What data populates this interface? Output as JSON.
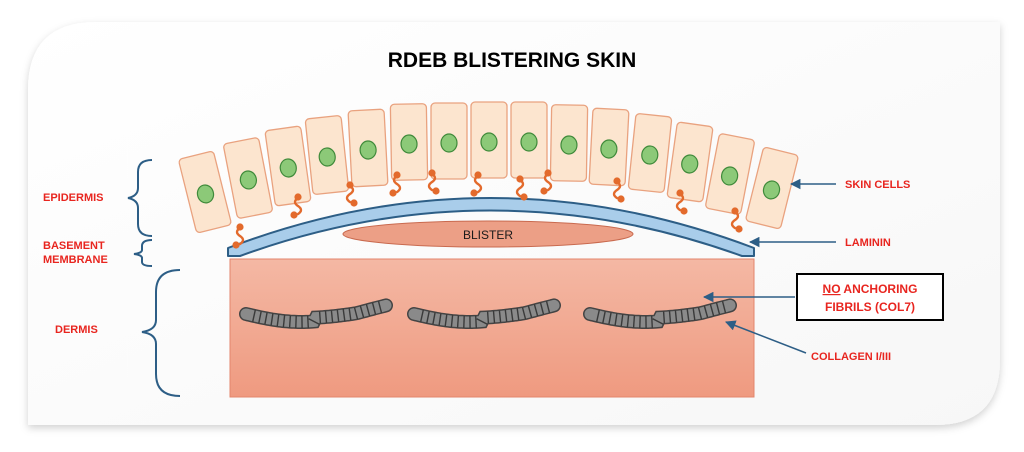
{
  "title": "RDEB BLISTERING SKIN",
  "labels": {
    "epidermis": "EPIDERMIS",
    "basement_line1": "BASEMENT",
    "basement_line2": "MEMBRANE",
    "dermis": "DERMIS",
    "skin_cells": "SKIN CELLS",
    "laminin": "LAMININ",
    "no_prefix": "NO",
    "anchoring_rest": " ANCHORING",
    "fibrils": "FIBRILS (COL7)",
    "collagen": "COLLAGEN I/III",
    "blister": "BLISTER"
  },
  "colors": {
    "label_red": "#e8251f",
    "arrow_blue": "#2d5e86",
    "cell_fill": "#fce5cf",
    "cell_stroke": "#e9a27f",
    "nucleus_fill": "#8cc978",
    "nucleus_stroke": "#3f8a3a",
    "membrane_fill": "#a9cdea",
    "membrane_stroke": "#2d5e86",
    "blister_fill": "#ec9f86",
    "dermis_top": "#f3b5a1",
    "dermis_bottom": "#ef9a80",
    "laminin": "#e36a2c",
    "collagen": "#8a8a8a"
  }
}
